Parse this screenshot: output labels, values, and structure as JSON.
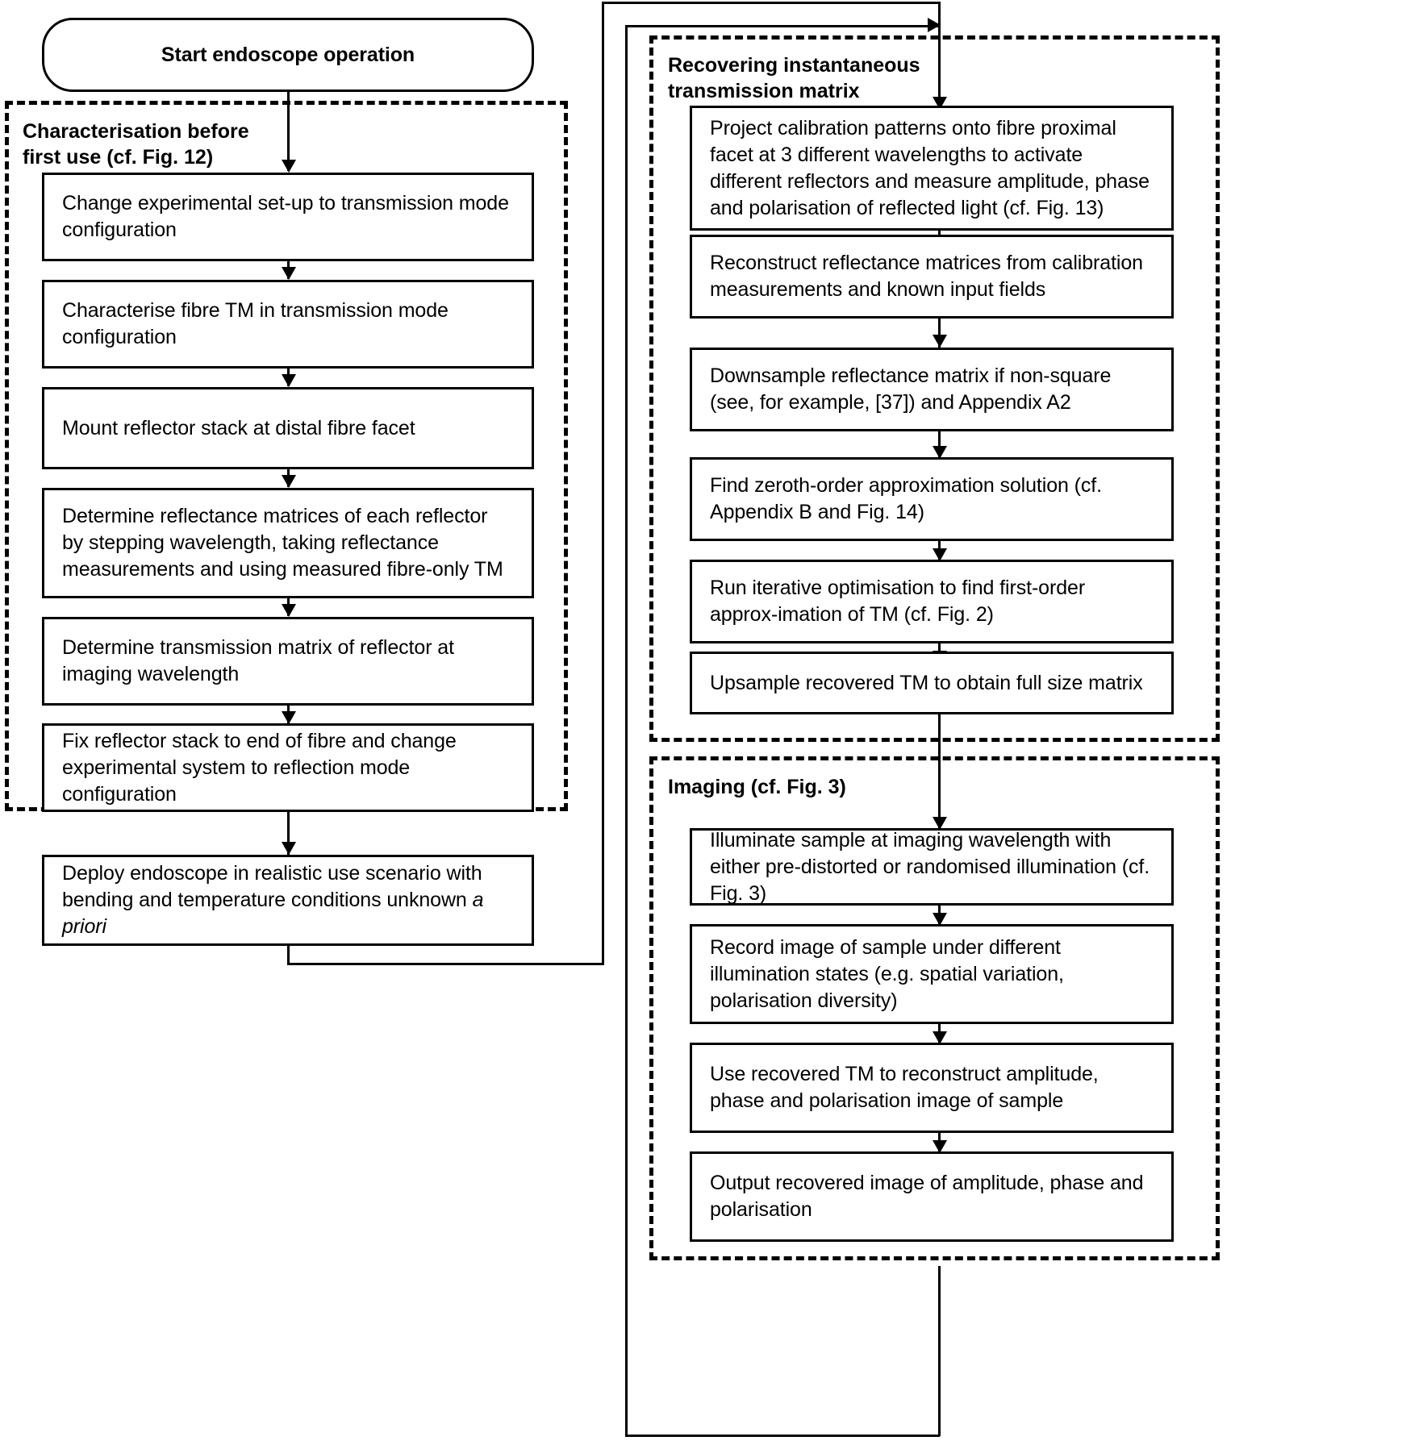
{
  "figure": {
    "type": "flowchart",
    "orientation": "two-column",
    "start": {
      "label": "Start endoscope operation",
      "shape": "rounded-terminator"
    },
    "groups": [
      {
        "id": "characterisation",
        "label": "Characterisation before\nfirst use (cf. Fig. 12)",
        "style": "dashed"
      },
      {
        "id": "recovering",
        "label": "Recovering instantaneous\ntransmission matrix",
        "style": "dashed"
      },
      {
        "id": "imaging",
        "label": "Imaging (cf. Fig. 3)",
        "style": "dashed"
      }
    ],
    "left_column": {
      "group": "characterisation",
      "steps": [
        {
          "id": "L1",
          "text": "Change experimental set-up to transmission mode configuration"
        },
        {
          "id": "L2",
          "text": "Characterise fibre TM in transmission mode configuration"
        },
        {
          "id": "L3",
          "text": "Mount reflector stack at distal fibre facet"
        },
        {
          "id": "L4",
          "text": "Determine reflectance matrices of each reflector by stepping wavelength, taking reflectance measurements and using measured fibre-only TM"
        },
        {
          "id": "L5",
          "text": "Determine transmission matrix of reflector at imaging wavelength"
        },
        {
          "id": "L6",
          "text": "Fix reflector stack to end of fibre and change experimental system to reflection mode configuration"
        }
      ],
      "after_group": [
        {
          "id": "L7",
          "text": "Deploy endoscope in realistic use scenario with bending and temperature conditions unknown ",
          "italic_tail": "a priori"
        }
      ]
    },
    "right_column_top": {
      "group": "recovering",
      "steps": [
        {
          "id": "R1",
          "text": "Project calibration patterns onto fibre proximal facet at 3 different wavelengths to activate different reflectors and measure amplitude, phase and polarisation of reflected light (cf. Fig. 13)"
        },
        {
          "id": "R2",
          "text": "Reconstruct reflectance matrices from calibration measurements and known input fields"
        },
        {
          "id": "R3",
          "text": "Downsample reflectance matrix if non-square (see, for example, [37]) and Appendix A2"
        },
        {
          "id": "R4",
          "text": "Find zeroth-order approximation solution (cf. Appendix B and Fig. 14)"
        },
        {
          "id": "R5",
          "text": "Run iterative optimisation to find first-order approx-imation of TM (cf. Fig. 2)"
        },
        {
          "id": "R6",
          "text": "Upsample recovered TM to obtain full size matrix"
        }
      ]
    },
    "right_column_bottom": {
      "group": "imaging",
      "steps": [
        {
          "id": "I1",
          "text": "Illuminate sample at imaging wavelength with either pre-distorted or randomised illumination (cf. Fig. 3)"
        },
        {
          "id": "I2",
          "text": "Record image of sample under different illumination states (e.g. spatial variation, polarisation diversity)"
        },
        {
          "id": "I3",
          "text": "Use recovered TM to reconstruct amplitude, phase and polarisation image of sample"
        },
        {
          "id": "I4",
          "text": "Output recovered image of amplitude, phase and polarisation"
        }
      ]
    },
    "connections": {
      "left_chain_note": "Start -> L1 -> L2 -> L3 -> L4 -> L5 -> L6 -> L7",
      "feedback_outer_note": "L7 routes right and up into the top of the Recovering group (outer rail)",
      "feedback_inner_note": "I4 routes down and loops back up to the top of the Recovering group (inner rail)",
      "recover_chain_note": "R1 -> R2 -> R3 -> R4 -> R5 -> R6 -> I1 -> I2 -> I3 -> I4"
    },
    "colors": {
      "stroke": "#000000",
      "background": "#ffffff",
      "text": "#000000"
    }
  }
}
